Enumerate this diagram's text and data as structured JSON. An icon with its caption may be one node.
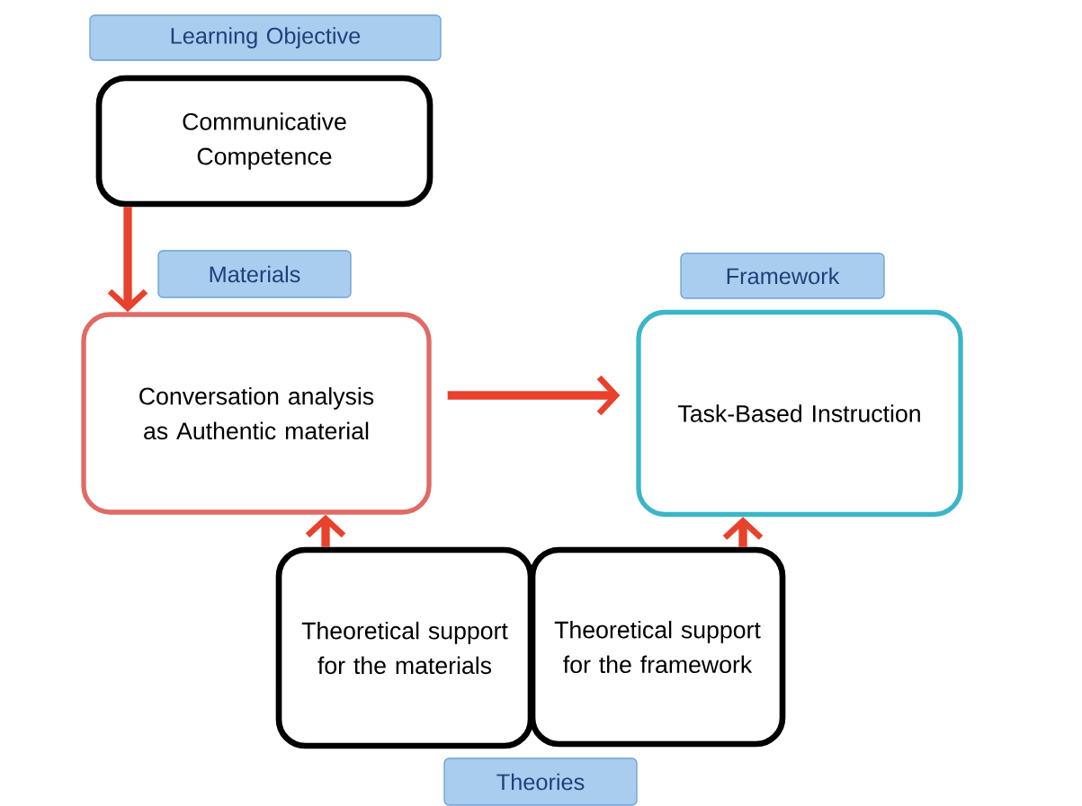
{
  "diagram": {
    "nodes": [
      {
        "text": [
          "Learning Objective"
        ]
      },
      {
        "text": [
          "Communicative Competence"
        ]
      },
      {
        "text": [
          "Materials"
        ]
      },
      {
        "text": [
          "Conversation analysis as Authentic material"
        ]
      },
      {
        "text": [
          "Framework"
        ]
      },
      {
        "text": [
          "Task-Based Instruction"
        ]
      },
      {
        "text": [
          "Theoretical support for the materials"
        ]
      },
      {
        "text": [
          "Theoretical support for the framework"
        ]
      },
      {
        "text": [
          "Theories"
        ]
      }
    ],
    "edges": [
      {
        "from": 1,
        "to": 3,
        "arrow": "to"
      },
      {
        "from": 3,
        "to": 5,
        "arrow": "to"
      },
      {
        "from": 6,
        "to": 3,
        "arrow": "to"
      },
      {
        "from": 7,
        "to": 5,
        "arrow": "to"
      }
    ]
  }
}
